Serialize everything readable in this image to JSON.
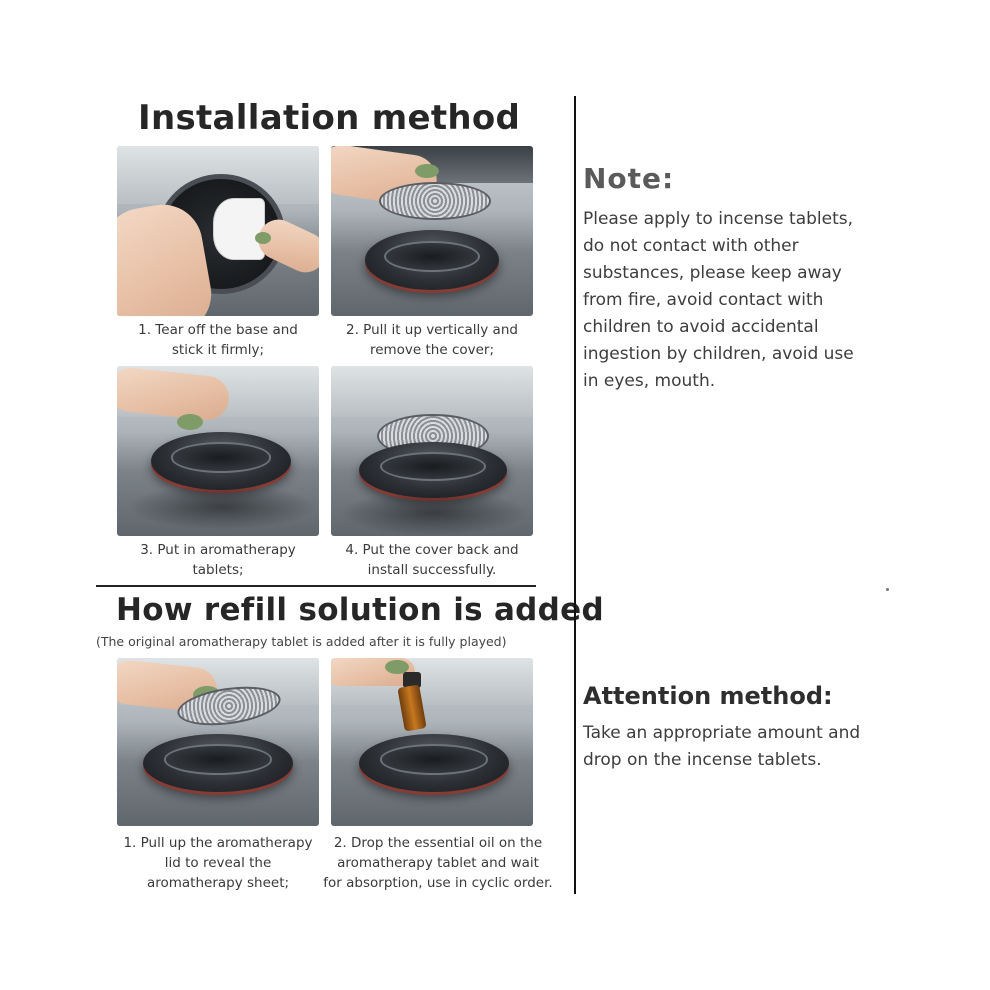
{
  "installation": {
    "title": "Installation method",
    "steps": [
      {
        "line1": "1. Tear off the base and",
        "line2": "stick it firmly;"
      },
      {
        "line1": "2. Pull it up vertically and",
        "line2": "remove the cover;"
      },
      {
        "line1": "3. Put in aromatherapy",
        "line2": "tablets;"
      },
      {
        "line1": "4. Put the cover back and",
        "line2": "install successfully."
      }
    ]
  },
  "refill": {
    "title": "How refill solution is added",
    "subtitle": "(The original aromatherapy tablet is added after it is fully played)",
    "steps": [
      {
        "line1": "1. Pull up the aromatherapy",
        "line2": "lid to reveal the",
        "line3": "aromatherapy sheet;"
      },
      {
        "line1": "2. Drop the essential oil on the",
        "line2": "aromatherapy tablet and wait",
        "line3": "for absorption,  use in cyclic order."
      }
    ]
  },
  "note": {
    "title": "Note:",
    "lines": [
      "Please apply to incense tablets,",
      "do not contact with other",
      "substances, please keep away",
      "from fire, avoid contact with",
      "children to avoid accidental",
      "ingestion by children, avoid use",
      "in eyes, mouth."
    ]
  },
  "attention": {
    "title": "Attention method:",
    "lines": [
      "Take an appropriate amount and",
      "drop on the incense tablets."
    ]
  },
  "colors": {
    "divider": "#111111",
    "ring_accent": "#8a3b33",
    "nail": "#7f9b67"
  }
}
